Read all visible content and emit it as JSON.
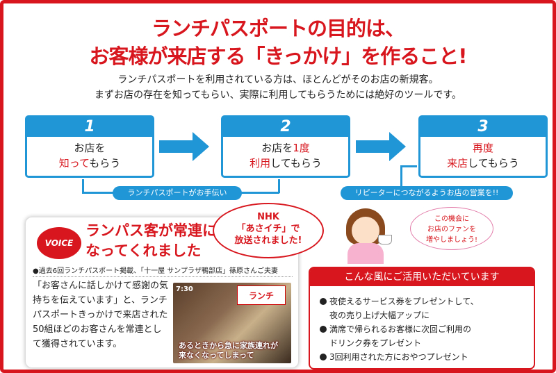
{
  "header": {
    "title_line1": "ランチパスポートの目的は、",
    "title_line2": "お客様が来店する「きっかけ」を作ること!",
    "subtitle_line1": "ランチパスポートを利用されている方は、ほとんどがそのお店の新規客。",
    "subtitle_line2": "まずお店の存在を知ってもらい、実際に利用してもらうためには絶好のツールです。"
  },
  "steps": [
    {
      "number": "1",
      "line1": "お店を",
      "line2_red": "知って",
      "line2_rest": "もらう"
    },
    {
      "number": "2",
      "line1_pre": "お店を",
      "line1_red": "1度",
      "line2_red": "利用",
      "line2_rest": "してもらう"
    },
    {
      "number": "3",
      "line1_red": "再度",
      "line2_red": "来店",
      "line2_rest": "してもらう"
    }
  ],
  "pills": {
    "left": "ランチパスポートがお手伝い",
    "right": "リピーターにつながるようお店の営業を!!"
  },
  "voice": {
    "badge": "VOICE",
    "title_line1": "ランパス客が常連に",
    "title_line2": "なってくれました",
    "caption": "●過去6回ランチパスポート掲載、「十一屋 サンプラザ鴨部店」篠原さんご夫妻",
    "body": "「お客さんに話しかけて感謝の気持ちを伝えています」と、ランチパスポートきっかけで来店された50組ほどのお客さんを常連として獲得されています。",
    "photo_clock": "7:30",
    "photo_tv": "ランチ",
    "photo_caption_line1": "あるときから急に家族連れが",
    "photo_caption_line2": "来なくなってしまって"
  },
  "nhk": {
    "line1": "NHK",
    "line2": "「あさイチ」で",
    "line3": "放送されました!"
  },
  "bubble": {
    "line1": "この機会に",
    "line2": "お店のファンを",
    "line3": "増やしましょう!"
  },
  "tips": {
    "heading": "こんな風にご活用いただいています",
    "items": [
      {
        "line1": "夜使えるサービス券をプレゼントして、",
        "line2": "夜の売り上げ大幅アップに"
      },
      {
        "line1": "満席で帰られるお客様に次回ご利用の",
        "line2": "ドリンク券をプレゼント"
      },
      {
        "line1": "3回利用された方におやつプレゼント",
        "line2": ""
      }
    ]
  },
  "colors": {
    "accent_red": "#d7161d",
    "accent_blue": "#2196d6"
  }
}
